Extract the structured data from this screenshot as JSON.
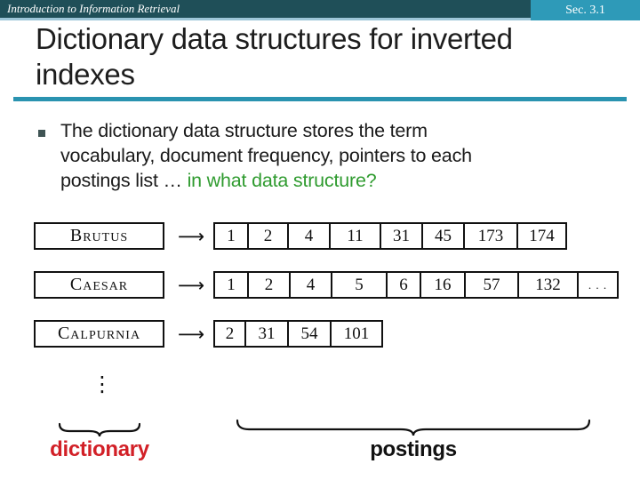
{
  "slide": {
    "header": {
      "course": "Introduction to Information Retrieval",
      "section": "Sec. 3.1"
    },
    "title_lines": [
      "Dictionary data structures for inverted",
      "indexes"
    ],
    "bullet": {
      "lines": [
        {
          "black": "The dictionary data structure stores the term",
          "green": ""
        },
        {
          "black": "vocabulary, document frequency, pointers to each",
          "green": ""
        },
        {
          "black": "postings list … ",
          "green": "in what data structure?"
        }
      ]
    },
    "diagram": {
      "arrow_icon": "⟶",
      "vertical_ellipsis": "⋮",
      "rows": [
        {
          "term": "Brutus",
          "postings": [
            "1",
            "2",
            "4",
            "11",
            "31",
            "45",
            "173",
            "174"
          ]
        },
        {
          "term": "Caesar",
          "postings": [
            "1",
            "2",
            "4",
            "5",
            "6",
            "16",
            "57",
            "132",
            ". . ."
          ]
        },
        {
          "term": "Calpurnia",
          "postings": [
            "2",
            "31",
            "54",
            "101"
          ]
        }
      ],
      "labels": {
        "dictionary": "dictionary",
        "postings": "postings"
      }
    },
    "colors": {
      "header_bar": "#1f4f58",
      "header_strip": "#9dc6d8",
      "section_badge": "#2e9ab8",
      "title_rule": "#2a93b0",
      "highlight_green": "#2f9b2f",
      "dictionary_red": "#d22027"
    }
  }
}
